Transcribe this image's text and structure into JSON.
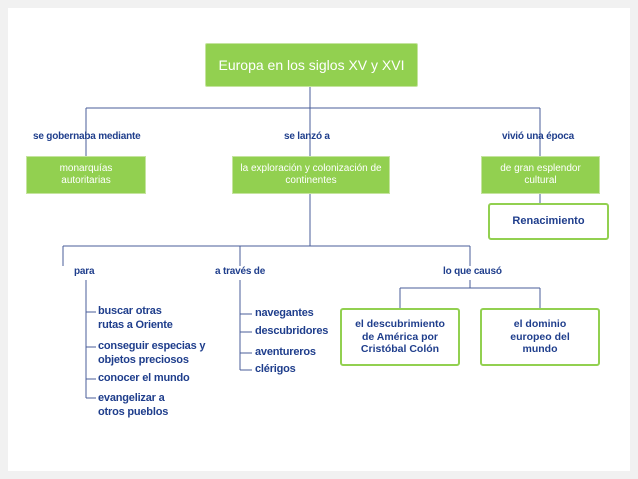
{
  "diagram": {
    "title": "Europa en los siglos XV y XVI",
    "branches": [
      {
        "connector": "se gobernaba mediante",
        "box": "monarquías autoritarias"
      },
      {
        "connector": "se lanzó a",
        "box": "la exploración y colonización de continentes"
      },
      {
        "connector": "vivió una época",
        "box": "de gran esplendor cultural",
        "sub": "Renacimiento"
      }
    ],
    "sub_branches": [
      {
        "connector": "para",
        "items": [
          "buscar otras rutas a Oriente",
          "conseguir especias y objetos preciosos",
          "conocer el mundo",
          "evangelizar a otros pueblos"
        ]
      },
      {
        "connector": "a través de",
        "items": [
          "navegantes",
          "descubridores",
          "aventureros",
          "clérigos"
        ]
      },
      {
        "connector": "lo que causó",
        "boxes": [
          "el descubrimiento de América por Cristóbal Colón",
          "el dominio europeo del mundo"
        ]
      }
    ],
    "colors": {
      "green": "#92d050",
      "navy": "#1f3e8c",
      "line": "#4a5d9a"
    }
  }
}
